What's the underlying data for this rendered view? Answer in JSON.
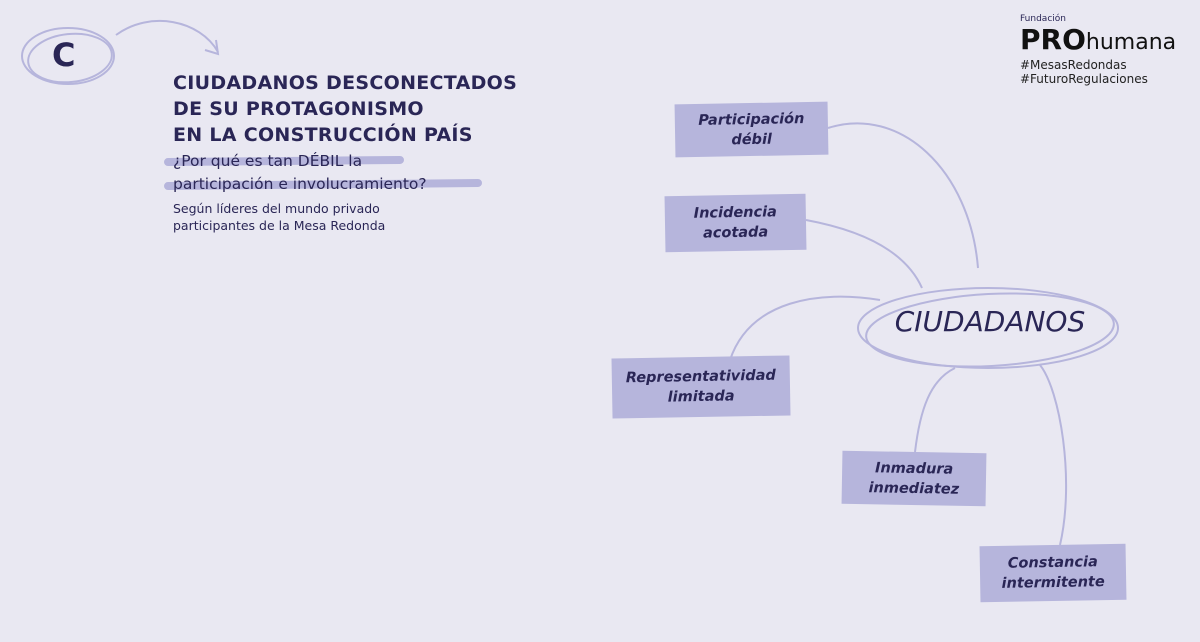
{
  "badge": "C",
  "title": [
    "CIUDADANOS DESCONECTADOS",
    "DE SU PROTAGONISMO",
    "EN LA CONSTRUCCIÓN PAÍS"
  ],
  "question": [
    "¿Por qué es tan DÉBIL la",
    "participación e involucramiento?"
  ],
  "subtitle": [
    "Según líderes del mundo privado",
    "participantes de la Mesa Redonda"
  ],
  "logo": {
    "small": "Fundación",
    "brand": "PRO",
    "brand2": "humana",
    "tags": [
      "#MesasRedondas",
      "#FuturoRegulaciones"
    ]
  },
  "center": "CIUDADANOS",
  "nodes": [
    {
      "l1": "Participación",
      "l2": "débil"
    },
    {
      "l1": "Incidencia",
      "l2": "acotada"
    },
    {
      "l1": "Representatividad",
      "l2": "limitada"
    },
    {
      "l1": "Inmadura",
      "l2": "inmediatez"
    },
    {
      "l1": "Constancia",
      "l2": "intermitente"
    }
  ]
}
